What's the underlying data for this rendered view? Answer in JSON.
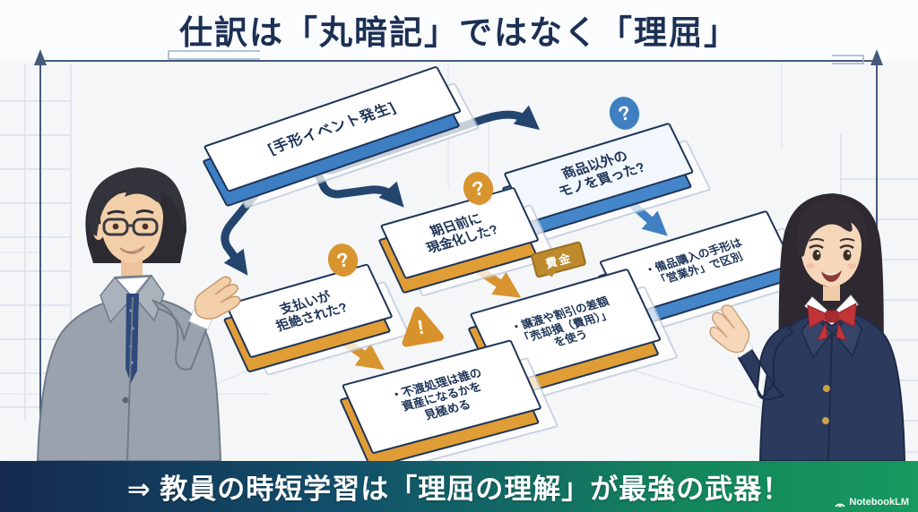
{
  "title": "仕訳は「丸暗記」ではなく「理屈」",
  "diagram": {
    "start_box": {
      "line1": "[手形イベント発生]"
    },
    "q_other_goods": {
      "line1": "商品以外の",
      "line2": "モノを買った?",
      "icon": "?"
    },
    "q_before_due": {
      "line1": "期日前に",
      "line2": "現金化した?",
      "icon": "?"
    },
    "q_rejected": {
      "line1": "支払いが",
      "line2": "拒絶された?",
      "icon": "?"
    },
    "a_equipment": {
      "line1": "・備品購入の手形は",
      "line2": "「営業外」で区別"
    },
    "a_sale_loss": {
      "line1": "・譲渡や割引の差額",
      "line2": "「売却損（費用）」",
      "line3": "を使う",
      "badge": "費金"
    },
    "a_dishonored": {
      "line1": "・不渡処理は誰の",
      "line2": "資産になるかを",
      "line3": "見極める",
      "icon": "!"
    }
  },
  "banner": {
    "text": "⇒ 教員の時短学習は「理屈の理解」が最強の武器！"
  },
  "watermark": {
    "text": "NotebookLM"
  },
  "colors": {
    "navy": "#1e3457",
    "blue": "#4486c9",
    "orange": "#e09d35",
    "banner_left": "#15294e",
    "banner_right": "#17995f"
  }
}
